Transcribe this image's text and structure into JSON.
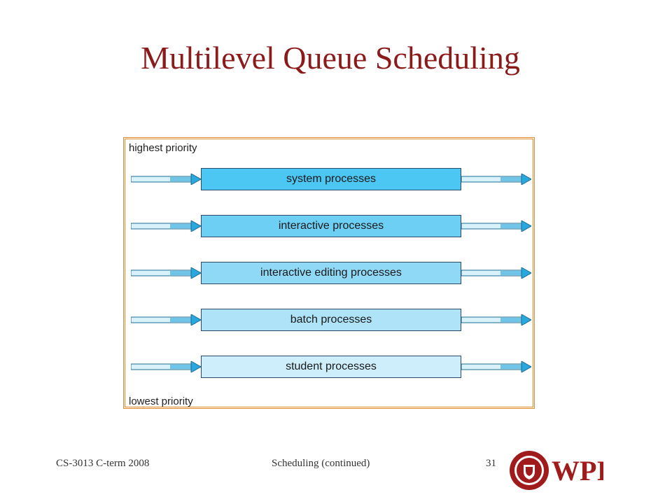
{
  "slide": {
    "title": "Multilevel Queue Scheduling"
  },
  "diagram": {
    "top_label": "highest priority",
    "bottom_label": "lowest priority",
    "queues": [
      {
        "label": "system processes",
        "color": "#4cc6f2"
      },
      {
        "label": "interactive processes",
        "color": "#6dcff4"
      },
      {
        "label": "interactive editing processes",
        "color": "#8fd9f6"
      },
      {
        "label": "batch processes",
        "color": "#aee3f8"
      },
      {
        "label": "student processes",
        "color": "#cdeefa"
      }
    ],
    "arrow_color": "#2aa7dc",
    "border_color": "#e08a2e"
  },
  "footer": {
    "course": "CS-3013 C-term 2008",
    "topic": "Scheduling (continued)",
    "page": "31"
  },
  "logo": {
    "text": "WPI",
    "icon": "wpi-seal-icon"
  }
}
